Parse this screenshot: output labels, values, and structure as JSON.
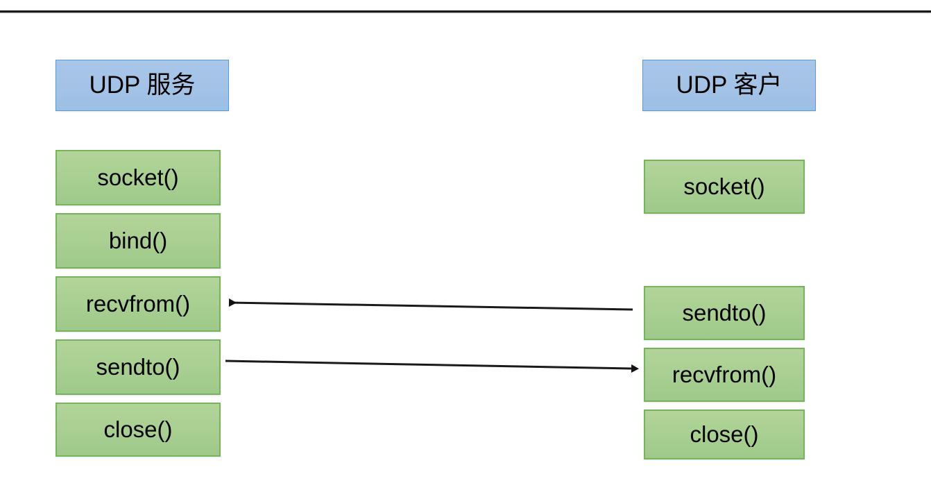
{
  "diagram": {
    "title_left": "UDP 服务",
    "title_right": "UDP 客户",
    "colors": {
      "header_fill": "#a3c2e6",
      "header_border": "#5b9bd5",
      "process_fill": "#a9cf92",
      "process_border": "#76b35c",
      "arrow": "#1a1a1a",
      "rule": "#1a1a1a",
      "background": "#ffffff"
    },
    "server": {
      "header": "UDP 服务",
      "steps": [
        {
          "label": "socket()"
        },
        {
          "label": "bind()"
        },
        {
          "label": "recvfrom()"
        },
        {
          "label": "sendto()"
        },
        {
          "label": "close()"
        }
      ]
    },
    "client": {
      "header": "UDP 客户",
      "steps": [
        {
          "label": "socket()"
        },
        {
          "label": "sendto()"
        },
        {
          "label": "recvfrom()"
        },
        {
          "label": "close()"
        }
      ]
    },
    "arrows": [
      {
        "name": "client-sendto-to-server-recvfrom",
        "direction": "left",
        "from": "client.sendto()",
        "to": "server.recvfrom()"
      },
      {
        "name": "server-sendto-to-client-recvfrom",
        "direction": "right",
        "from": "server.sendto()",
        "to": "client.recvfrom()"
      }
    ]
  }
}
